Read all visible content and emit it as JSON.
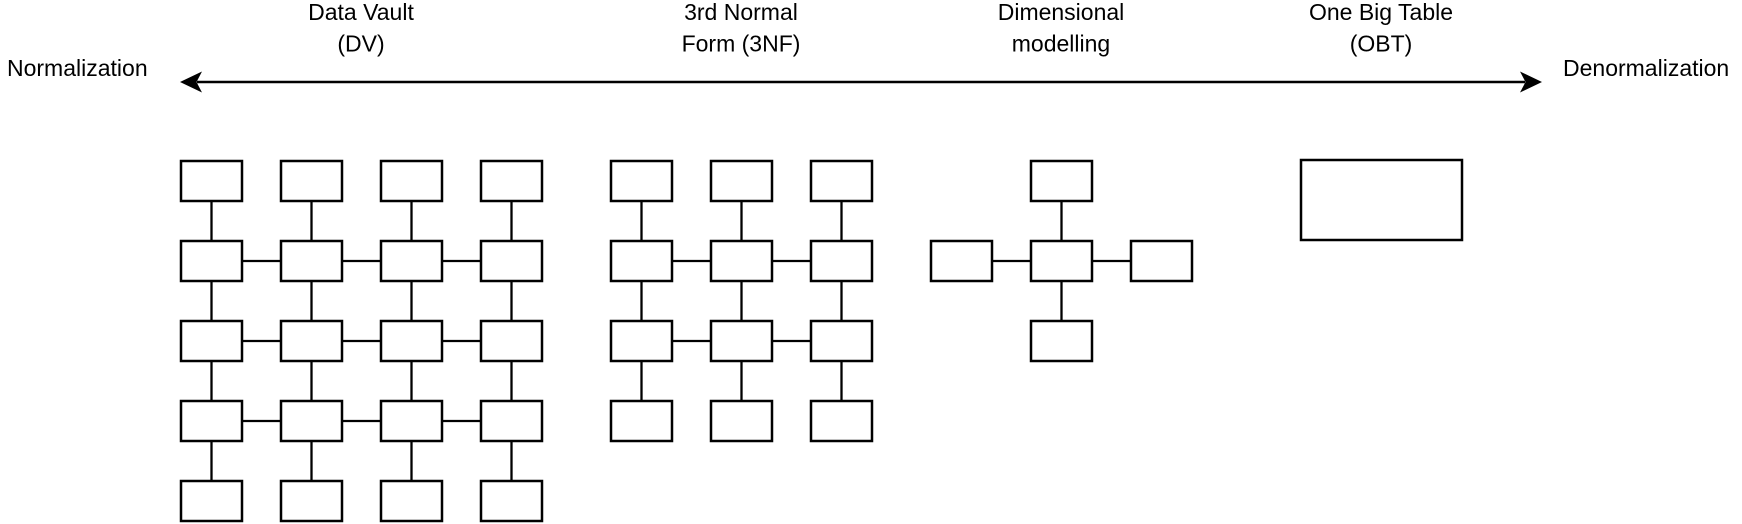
{
  "page": {
    "background_color": "#ffffff",
    "line_color": "#000000",
    "box_fill_color": "#ffffff"
  },
  "spectrum": {
    "left_label": "Normalization",
    "right_label": "Denormalization",
    "arrow_style": "double-headed"
  },
  "approaches": [
    {
      "id": "data-vault",
      "label_lines": [
        "Data Vault",
        "(DV)"
      ],
      "schema": {
        "type": "grid",
        "columns": 4,
        "rows": 5,
        "box_count": 20,
        "horizontally_linked_rows": [
          2,
          3,
          4
        ],
        "vertically_linked_columns": "all"
      }
    },
    {
      "id": "third-normal-form",
      "label_lines": [
        "3rd Normal",
        "Form (3NF)"
      ],
      "schema": {
        "type": "grid",
        "columns": 3,
        "rows": 4,
        "box_count": 12,
        "horizontally_linked_rows": [
          2,
          3
        ],
        "vertically_linked_columns": "all"
      }
    },
    {
      "id": "dimensional-modelling",
      "label_lines": [
        "Dimensional",
        "modelling"
      ],
      "schema": {
        "type": "star",
        "box_count": 5,
        "satellite_count": 4
      }
    },
    {
      "id": "one-big-table",
      "label_lines": [
        "One Big Table",
        "(OBT)"
      ],
      "schema": {
        "type": "single",
        "box_count": 1
      }
    }
  ]
}
